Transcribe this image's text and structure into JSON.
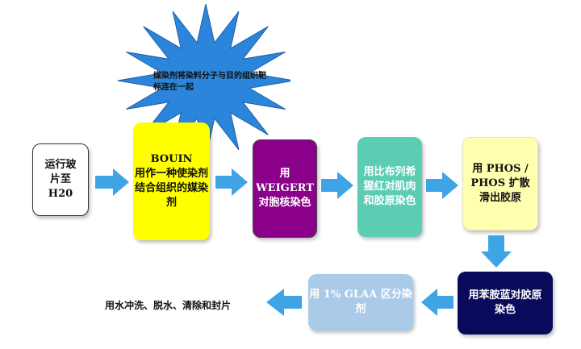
{
  "colors": {
    "arrow": "#3fa4e6",
    "burst": "#2b86db",
    "box1": "#ffffff",
    "box2": "#ffff00",
    "box3": "#8b008b",
    "box4": "#5ccdb3",
    "box5": "#ffffb0",
    "box6": "#0a0a5a",
    "box7": "#a9cbe8"
  },
  "burst_note": "媒染剂将染料分子与目的组织靶标连在一起",
  "steps": [
    {
      "lines": [
        "运行玻",
        "片至",
        "H20"
      ]
    },
    {
      "lines": [
        "BOUIN",
        "用作一种使染剂",
        "结合组织的媒染",
        "剂"
      ]
    },
    {
      "lines": [
        "用",
        "WEIGERT",
        "对胞核染色"
      ]
    },
    {
      "lines": [
        "用比布列希",
        "猩红对肌肉",
        "和胶原染色"
      ]
    },
    {
      "lines": [
        "用 PHOS /",
        "PHOS 扩散",
        "滑出胶原"
      ]
    },
    {
      "lines": [
        "用苯胺蓝对胶原",
        "染色"
      ]
    },
    {
      "lines": [
        "用 1% GLAA 区分染",
        "剂"
      ]
    }
  ],
  "final_step": "用水冲洗、脱水、清除和封片"
}
